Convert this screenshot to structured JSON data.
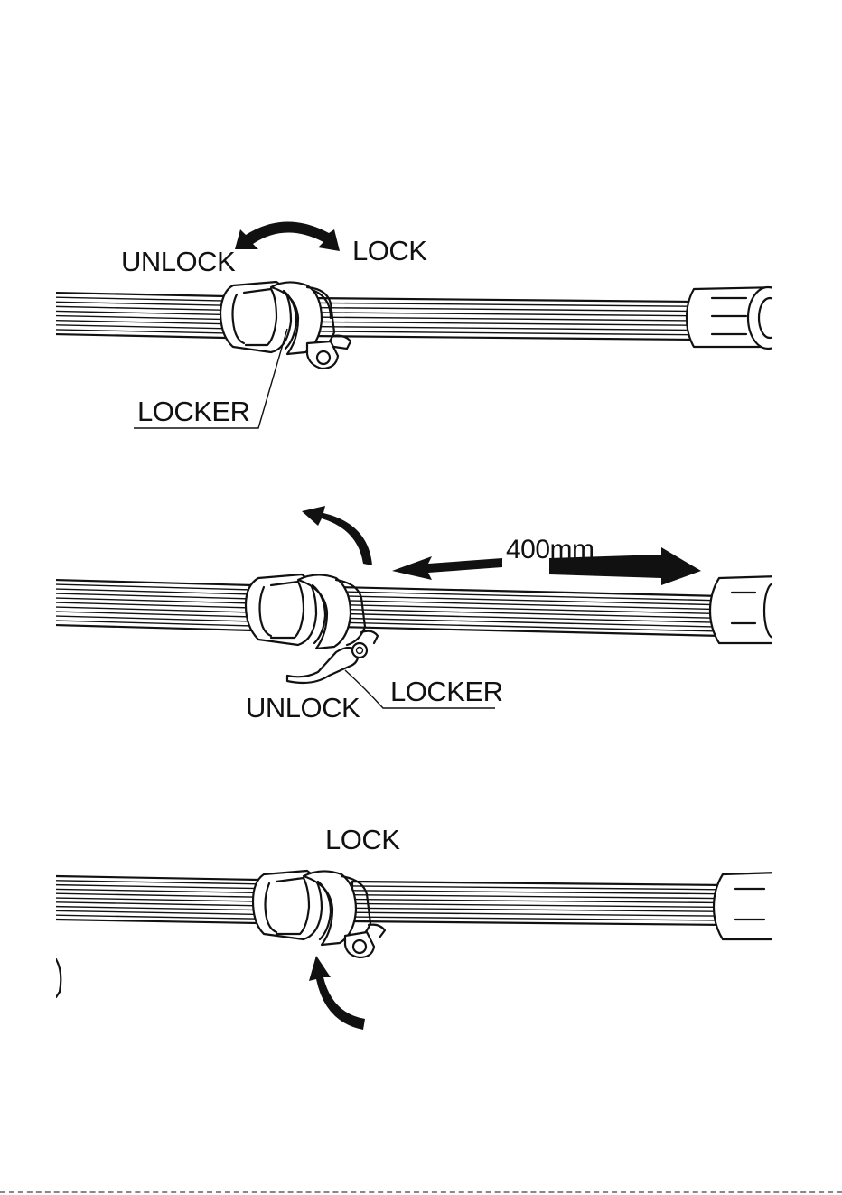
{
  "step1": {
    "unlock_label": "UNLOCK",
    "lock_label": "LOCK",
    "locker_label": "LOCKER"
  },
  "step2": {
    "length_label": "400mm",
    "locker_label": "LOCKER",
    "unlock_label": "UNLOCK"
  },
  "step3": {
    "lock_label": "LOCK"
  },
  "colors": {
    "ink": "#111111",
    "paper": "#ffffff"
  }
}
